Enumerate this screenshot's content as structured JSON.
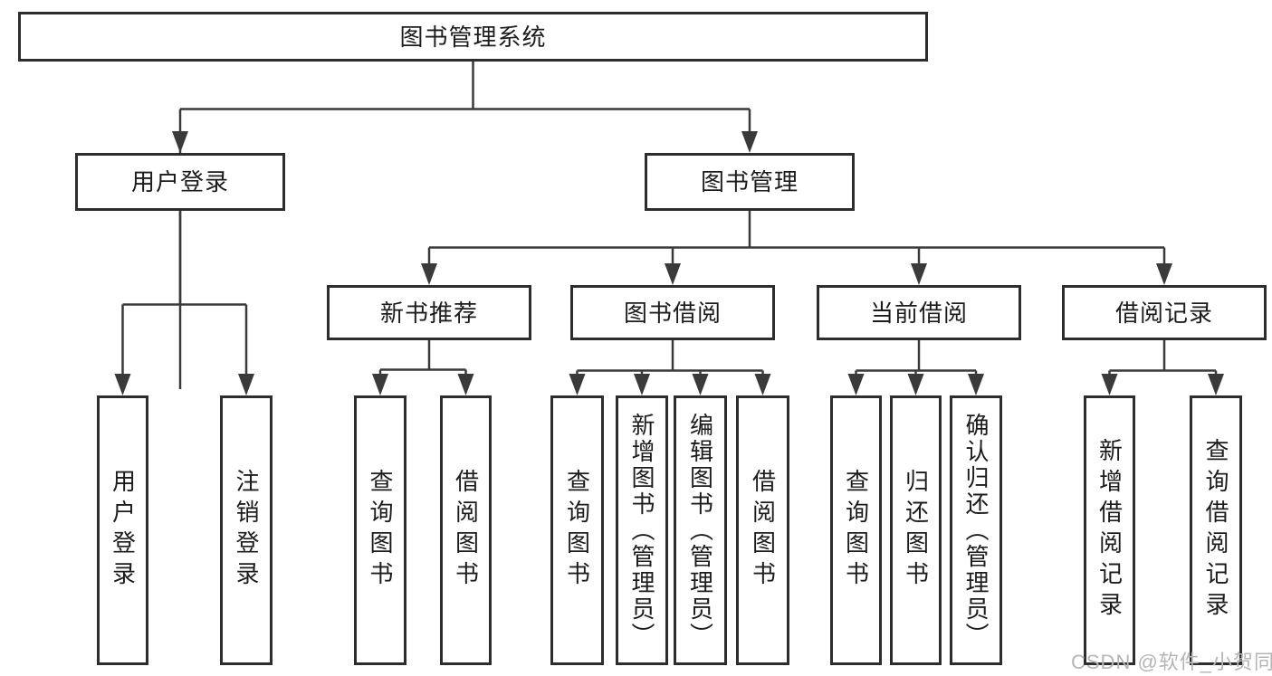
{
  "tree": {
    "root": {
      "label": "图书管理系统",
      "children": [
        {
          "label": "用户登录",
          "children": [
            {
              "label": "用户登录"
            },
            {
              "label": "注销登录"
            }
          ]
        },
        {
          "label": "图书管理",
          "children": [
            {
              "label": "新书推荐",
              "children": [
                {
                  "label": "查询图书"
                },
                {
                  "label": "借阅图书"
                }
              ]
            },
            {
              "label": "图书借阅",
              "children": [
                {
                  "label": "查询图书"
                },
                {
                  "label": "新增图书（管理员）"
                },
                {
                  "label": "编辑图书（管理员）"
                },
                {
                  "label": "借阅图书"
                }
              ]
            },
            {
              "label": "当前借阅",
              "children": [
                {
                  "label": "查询图书"
                },
                {
                  "label": "归还图书"
                },
                {
                  "label": "确认归还（管理员）"
                }
              ]
            },
            {
              "label": "借阅记录",
              "children": [
                {
                  "label": "新增借阅记录"
                },
                {
                  "label": "查询借阅记录"
                }
              ]
            }
          ]
        }
      ]
    }
  },
  "watermark": {
    "text": "CSDN @软件_小贺同学"
  },
  "colors": {
    "background": "#ffffff",
    "box_fill": "#ffffff",
    "box_border": "#2d2d2d",
    "connector": "#3a3a3a",
    "text": "#1c1c1c",
    "watermark_text": "#b5b5b5"
  }
}
